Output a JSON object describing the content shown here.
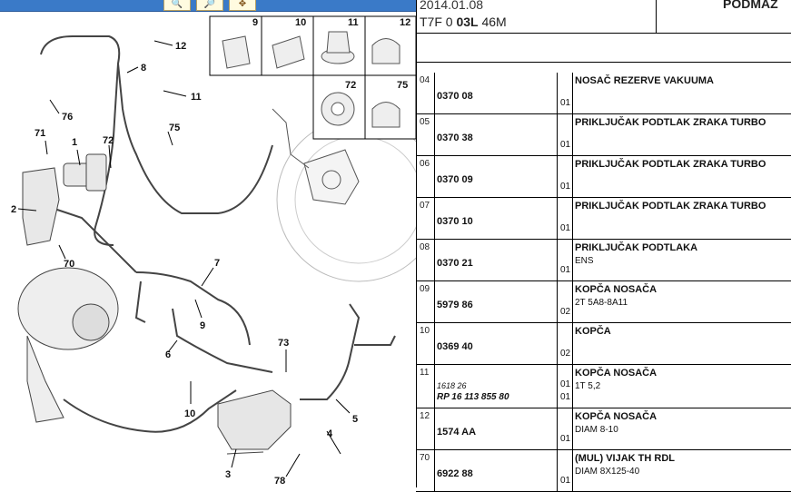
{
  "header": {
    "date": "2014.01.08",
    "code_prefix": "T7F 0 ",
    "code_bold": "03L",
    "code_suffix": " 46M",
    "title": "PODMAZ"
  },
  "toolbar": {
    "buttons": [
      {
        "icon": "zoom-in-icon",
        "glyph": "🔍"
      },
      {
        "icon": "zoom-out-icon",
        "glyph": "🔎"
      },
      {
        "icon": "pan-zoom-icon",
        "glyph": "✥"
      }
    ]
  },
  "inset": {
    "labels": [
      "9",
      "10",
      "11",
      "12",
      "72",
      "75"
    ]
  },
  "callouts": [
    "12",
    "8",
    "11",
    "76",
    "71",
    "1",
    "72",
    "75",
    "2",
    "70",
    "7",
    "9",
    "6",
    "73",
    "10",
    "5",
    "4",
    "3",
    "78"
  ],
  "rows": [
    {
      "ref": "04",
      "part": "0370 08",
      "qty": "01",
      "desc": "NOSAČ REZERVE VAKUUMA",
      "sub": ""
    },
    {
      "ref": "05",
      "part": "0370 38",
      "qty": "01",
      "desc": "PRIKLJUČAK PODTLAK ZRAKA TURBO",
      "sub": ""
    },
    {
      "ref": "06",
      "part": "0370 09",
      "qty": "01",
      "desc": "PRIKLJUČAK PODTLAK ZRAKA TURBO",
      "sub": ""
    },
    {
      "ref": "07",
      "part": "0370 10",
      "qty": "01",
      "desc": "PRIKLJUČAK PODTLAK ZRAKA TURBO",
      "sub": ""
    },
    {
      "ref": "08",
      "part": "0370 21",
      "qty": "01",
      "desc": "PRIKLJUČAK PODTLAKA",
      "sub": "ENS"
    },
    {
      "ref": "09",
      "part": "5979 86",
      "qty": "02",
      "desc": "KOPČA NOSAČA",
      "sub": "2T 5A8-8A11"
    },
    {
      "ref": "10",
      "part": "0369 40",
      "qty": "02",
      "desc": "KOPČA",
      "sub": ""
    },
    {
      "ref": "11",
      "part": "1618 26",
      "part2": "RP 16 113 855 80",
      "qty": "01",
      "qty2": "01",
      "desc": "KOPČA NOSAČA",
      "sub": "1T 5,2"
    },
    {
      "ref": "12",
      "part": "1574 AA",
      "qty": "01",
      "desc": "KOPČA NOSAČA",
      "sub": "DIAM 8-10"
    },
    {
      "ref": "70",
      "part": "6922 88",
      "qty": "01",
      "desc": "(MUL) VIJAK TH RDL",
      "sub": "DIAM 8X125-40"
    }
  ]
}
